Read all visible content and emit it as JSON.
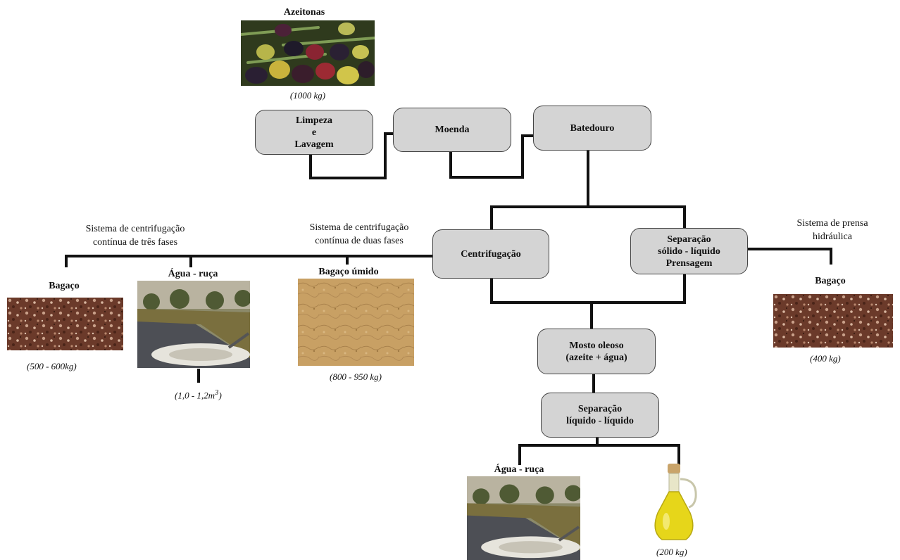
{
  "inputs": {
    "olives_label": "Azeitonas",
    "olives_qty": "(1000 kg)"
  },
  "steps": {
    "cleaning": [
      "Limpeza",
      "e",
      "Lavagem"
    ],
    "milling": "Moenda",
    "malaxing": "Batedouro",
    "centrifuge": "Centrifugação",
    "press": [
      "Separação",
      "sólido - líquido",
      "Prensagem"
    ],
    "oily_must": [
      "Mosto oleoso",
      "(azeite + água)"
    ],
    "liquid_sep": [
      "Separação",
      "líquido - líquido"
    ]
  },
  "systems": {
    "three_phase": [
      "Sistema de centrifugação",
      "contínua de três fases"
    ],
    "two_phase": [
      "Sistema de centrifugação",
      "contínua de duas fases"
    ],
    "hydraulic": [
      "Sistema de prensa",
      "hidráulica"
    ]
  },
  "outputs": {
    "pomace_3p_label": "Bagaço",
    "pomace_3p_qty": "(500 - 600kg)",
    "wastewater_3p_label": "Água - ruça",
    "wastewater_3p_qty": "(1,0 - 1,2m",
    "wastewater_3p_qty_sup": "3",
    "wastewater_3p_qty_end": ")",
    "wet_pomace_label": "Bagaço úmido",
    "wet_pomace_qty": "(800 - 950 kg)",
    "pomace_press_label": "Bagaço",
    "pomace_press_qty": "(400 kg)",
    "wastewater_final_label": "Água - ruça",
    "oil_qty": "(200 kg)"
  }
}
